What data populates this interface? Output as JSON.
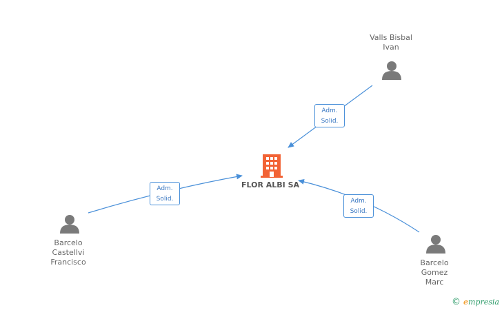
{
  "company": {
    "name": "FLOR ALBI SA",
    "color": "#f26335"
  },
  "people": [
    {
      "lines": [
        "Valls Bisbal",
        "Ivan"
      ]
    },
    {
      "lines": [
        "Barcelo",
        "Castellvi",
        "Francisco"
      ]
    },
    {
      "lines": [
        "Barcelo",
        "Gomez",
        "Marc"
      ]
    }
  ],
  "roles": [
    {
      "line1": "Adm.",
      "line2": "Solid."
    },
    {
      "line1": "Adm.",
      "line2": "Solid."
    },
    {
      "line1": "Adm.",
      "line2": "Solid."
    }
  ],
  "colors": {
    "edge": "#4a90d9",
    "person_icon": "#7a7a7a"
  },
  "footer": {
    "copyright": "©",
    "brand_initial": "e",
    "brand_rest": "mpresia"
  }
}
